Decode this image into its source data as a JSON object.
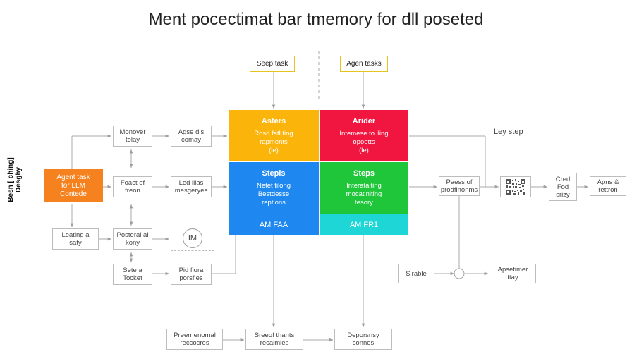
{
  "title": "Ment pocectimat bar tmemory for dll poseted",
  "side_label": "Besn [ ching]\nDesghy",
  "top_tasks": {
    "left": "Seep task",
    "right": "Agen tasks"
  },
  "quadrants": {
    "top_left": {
      "title": "Asters",
      "body": "Rosd fatl ting\nrapments\n(le)",
      "color": "#fbb40a"
    },
    "top_right": {
      "title": "Arider",
      "body": "Intemese to iling\nopoetts\n(le)",
      "color": "#f0163f"
    },
    "bottom_left": {
      "title": "Stepls",
      "body": "Netet filong\nBestdesse\nreptions",
      "color": "#1e88f0"
    },
    "bottom_right": {
      "title": "Steps",
      "body": "Interatalting\nmocatiniting\ntesory",
      "color": "#1fc63a"
    },
    "strip_left": {
      "label": "AM FAA",
      "color": "#1e88f0"
    },
    "strip_right": {
      "label": "AM FR1",
      "color": "#1ed6d6"
    }
  },
  "left_nodes": {
    "agent": "Agent task\nfor LLM\nContede",
    "monover": "Monover\ntelay",
    "agse": "Agse dis\ncomay",
    "foact": "Foact of\nfreon",
    "led": "Led lilas\nmesgeryes",
    "leating": "Leating a\nsaty",
    "posteral": "Posteral al\nkony",
    "im": "IM",
    "sete": "Sete a\nTocket",
    "pid": "Pid fiora\nporsfies"
  },
  "bottom_nodes": {
    "left": "Preernenomal\nreccocres",
    "mid": "Sreeof thants\nrecalmies",
    "right": "Deporsnsy\nconnes"
  },
  "right_nodes": {
    "ley_step": "Ley step",
    "paess": "Paess of\nprodfinonms",
    "cred": "Cred\nFod\nsrizy",
    "apns": "Apns &\nrettron",
    "sirable": "Sirable",
    "apsetimer": "Apsetimer\nttay"
  }
}
